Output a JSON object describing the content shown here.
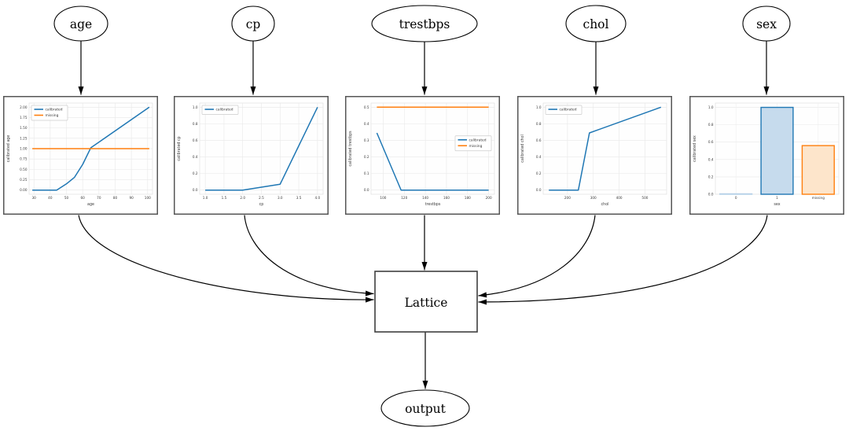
{
  "graph": {
    "inputs": [
      {
        "label": "age"
      },
      {
        "label": "cp"
      },
      {
        "label": "trestbps"
      },
      {
        "label": "chol"
      },
      {
        "label": "sex"
      }
    ],
    "lattice_label": "Lattice",
    "output_label": "output"
  },
  "colors": {
    "calibrated": "#1f77b4",
    "missing": "#ff7f0e"
  },
  "chart_data": [
    {
      "type": "line",
      "title": "",
      "xlabel": "age",
      "ylabel": "calibrated age",
      "xlim": [
        27,
        103
      ],
      "ylim": [
        -0.1,
        2.1
      ],
      "xticks": [
        30,
        40,
        50,
        60,
        70,
        80,
        90,
        100
      ],
      "xtick_labels": [
        "30",
        "40",
        "50",
        "60",
        "70",
        "80",
        "90",
        "100"
      ],
      "yticks": [
        0,
        0.25,
        0.5,
        0.75,
        1,
        1.25,
        1.5,
        1.75,
        2
      ],
      "ytick_labels": [
        "0.00",
        "0.25",
        "0.50",
        "0.75",
        "1.00",
        "1.25",
        "1.50",
        "1.75",
        "2.00"
      ],
      "grid": true,
      "legend": "upper-left",
      "series": [
        {
          "name": "calibrated",
          "color": "#1f77b4",
          "points": [
            [
              29,
              0
            ],
            [
              44,
              0
            ],
            [
              50,
              0.15
            ],
            [
              55,
              0.31
            ],
            [
              60,
              0.62
            ],
            [
              65,
              1.02
            ],
            [
              101,
              2.0
            ]
          ]
        },
        {
          "name": "missing",
          "color": "#ff7f0e",
          "points": [
            [
              29,
              1.0
            ],
            [
              101,
              1.0
            ]
          ]
        }
      ]
    },
    {
      "type": "line",
      "title": "",
      "xlabel": "cp",
      "ylabel": "calibrated cp",
      "xlim": [
        0.85,
        4.15
      ],
      "ylim": [
        -0.05,
        1.05
      ],
      "xticks": [
        1,
        1.5,
        2,
        2.5,
        3,
        3.5,
        4
      ],
      "xtick_labels": [
        "1.0",
        "1.5",
        "2.0",
        "2.5",
        "3.0",
        "3.5",
        "4.0"
      ],
      "yticks": [
        0,
        0.2,
        0.4,
        0.6,
        0.8,
        1
      ],
      "ytick_labels": [
        "0.0",
        "0.2",
        "0.4",
        "0.6",
        "0.8",
        "1.0"
      ],
      "grid": true,
      "legend": "upper-left",
      "series": [
        {
          "name": "calibrated",
          "color": "#1f77b4",
          "points": [
            [
              1,
              0
            ],
            [
              2,
              0
            ],
            [
              3,
              0.07
            ],
            [
              4,
              1.0
            ]
          ]
        }
      ]
    },
    {
      "type": "line",
      "title": "",
      "xlabel": "trestbps",
      "ylabel": "calibrated trestbps",
      "xlim": [
        88.5,
        205.5
      ],
      "ylim": [
        -0.025,
        0.525
      ],
      "xticks": [
        100,
        120,
        140,
        160,
        180,
        200
      ],
      "xtick_labels": [
        "100",
        "120",
        "140",
        "160",
        "180",
        "200"
      ],
      "yticks": [
        0,
        0.1,
        0.2,
        0.3,
        0.4,
        0.5
      ],
      "ytick_labels": [
        "0.0",
        "0.1",
        "0.2",
        "0.3",
        "0.4",
        "0.5"
      ],
      "grid": true,
      "legend": "center-right",
      "series": [
        {
          "name": "calibrated",
          "color": "#1f77b4",
          "points": [
            [
              94,
              0.345
            ],
            [
              117,
              0
            ],
            [
              200,
              0
            ]
          ]
        },
        {
          "name": "missing",
          "color": "#ff7f0e",
          "points": [
            [
              94,
              0.5
            ],
            [
              200,
              0.5
            ]
          ]
        }
      ]
    },
    {
      "type": "line",
      "title": "",
      "xlabel": "chol",
      "ylabel": "calibrated chol",
      "xlim": [
        106,
        584
      ],
      "ylim": [
        -0.05,
        1.05
      ],
      "xticks": [
        200,
        300,
        400,
        500
      ],
      "xtick_labels": [
        "200",
        "300",
        "400",
        "500"
      ],
      "yticks": [
        0,
        0.2,
        0.4,
        0.6,
        0.8,
        1
      ],
      "ytick_labels": [
        "0.0",
        "0.2",
        "0.4",
        "0.6",
        "0.8",
        "1.0"
      ],
      "grid": true,
      "legend": "upper-left",
      "series": [
        {
          "name": "calibrated",
          "color": "#1f77b4",
          "points": [
            [
              128,
              0
            ],
            [
              242,
              0
            ],
            [
              285,
              0.69
            ],
            [
              562,
              1.0
            ]
          ]
        }
      ]
    },
    {
      "type": "bar",
      "title": "",
      "xlabel": "sex",
      "ylabel": "calibrated sex",
      "categories": [
        "0",
        "1",
        "missing"
      ],
      "values": [
        0.005,
        1.0,
        0.56
      ],
      "ylim": [
        0,
        1.05
      ],
      "yticks": [
        0,
        0.2,
        0.4,
        0.6,
        0.8,
        1
      ],
      "ytick_labels": [
        "0.0",
        "0.2",
        "0.4",
        "0.6",
        "0.8",
        "1.0"
      ],
      "grid": true,
      "bars": [
        {
          "fill": "#dceaf5",
          "stroke": "#b5d1e8"
        },
        {
          "fill": "#c6dbed",
          "stroke": "#1f77b4"
        },
        {
          "fill": "#fde5cb",
          "stroke": "#ff7f0e"
        }
      ]
    }
  ]
}
